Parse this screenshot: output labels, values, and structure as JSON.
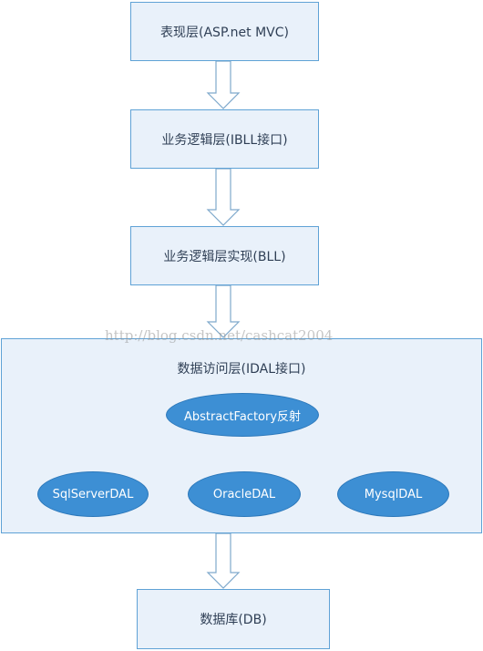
{
  "layers": {
    "presentation": "表现层(ASP.net MVC)",
    "bll_interface": "业务逻辑层(IBLL接口)",
    "bll_impl": "业务逻辑层实现(BLL)",
    "dal": {
      "title": "数据访问层(IDAL接口)",
      "factory": "AbstractFactory反射",
      "providers": [
        "SqlServerDAL",
        "OracleDAL",
        "MysqlDAL"
      ]
    },
    "database": "数据库(DB)"
  },
  "watermark": "http://blog.csdn.net/cashcat2004",
  "colors": {
    "box_fill": "#e9f1fa",
    "box_border": "#5fa2d6",
    "ellipse_fill": "#3d8fd4"
  }
}
